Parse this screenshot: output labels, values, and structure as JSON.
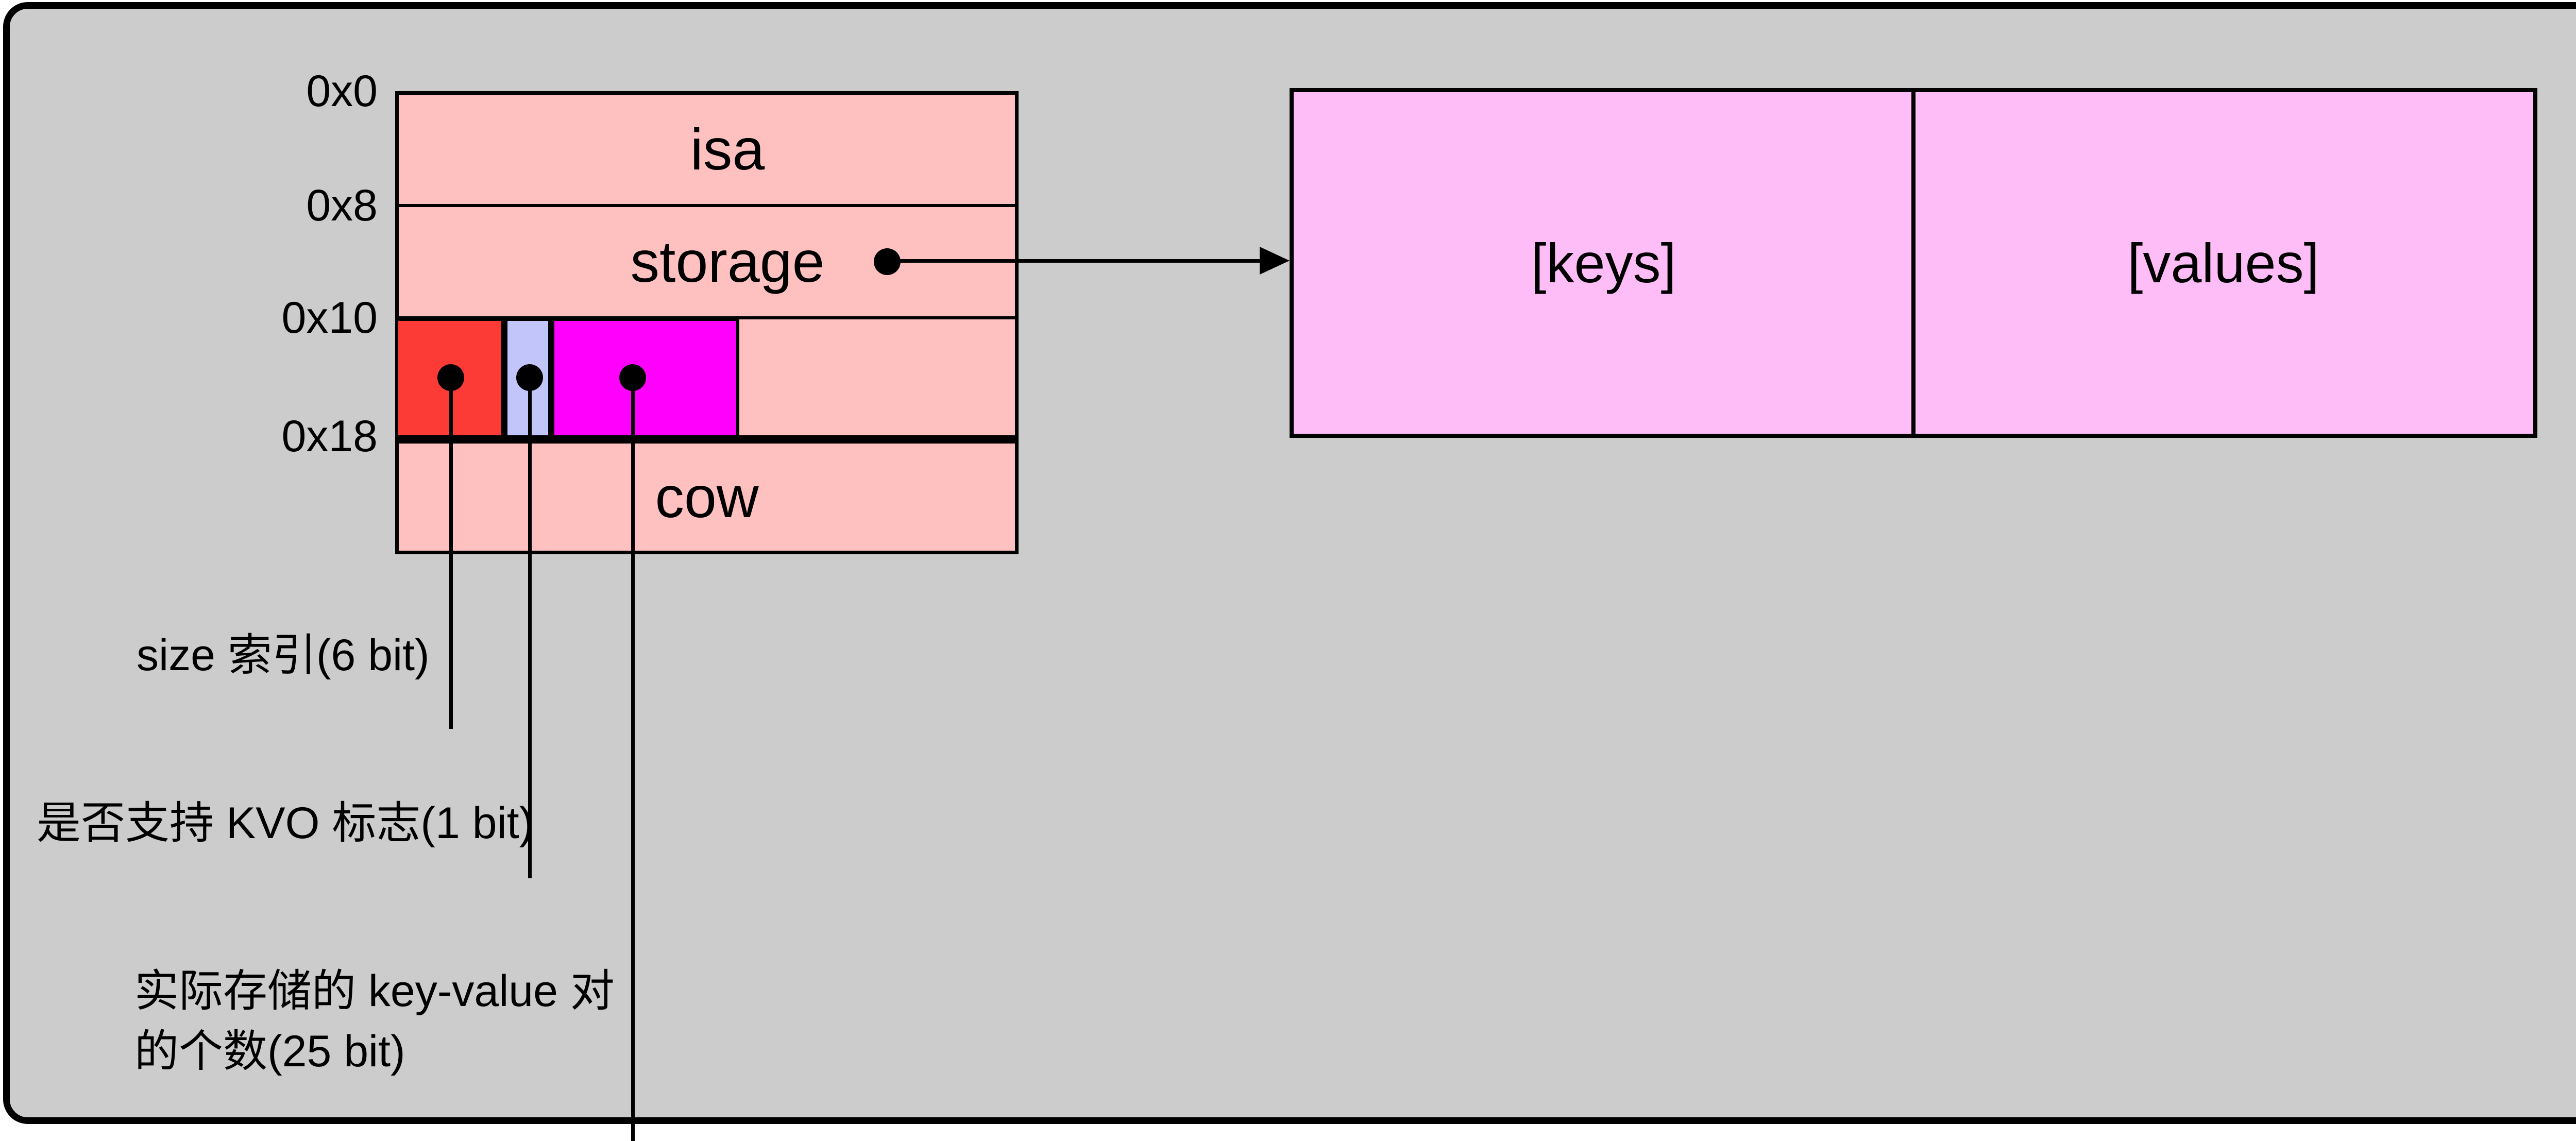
{
  "colors": {
    "page_bg": "#ffffff",
    "panel_bg": "#cccccc",
    "line": "#000000",
    "memory_fill": "#ffc0c0",
    "field_size_index": "#fc3b36",
    "field_kvo_flag": "#c2c5f9",
    "field_pair_count": "#fe00fb",
    "buffer_fill": "#ffbdf8"
  },
  "memory_box": {
    "addresses": [
      "0x0",
      "0x8",
      "0x10",
      "0x18"
    ],
    "rows": {
      "isa": "isa",
      "storage": "storage",
      "cow": "cow"
    }
  },
  "buffer_box": {
    "cells": [
      "[keys]",
      "[values]"
    ]
  },
  "annotations": {
    "size_index": "size 索引(6 bit)",
    "kvo_flag": "是否支持 KVO 标志(1 bit)",
    "pair_count": "实际存储的 key-value 对\n的个数(25 bit)"
  }
}
